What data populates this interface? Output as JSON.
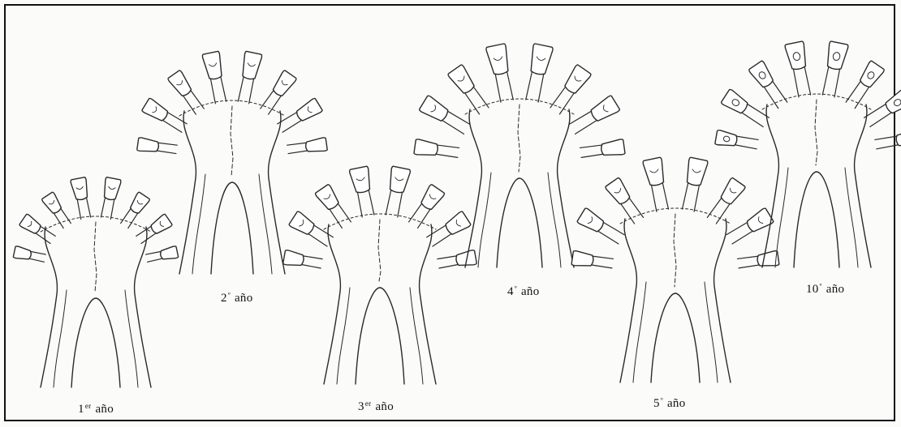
{
  "stages": [
    {
      "id": "y1",
      "num": "1",
      "ord": "er",
      "word": "año"
    },
    {
      "id": "y2",
      "num": "2",
      "ord": "º",
      "word": "año"
    },
    {
      "id": "y3",
      "num": "3",
      "ord": "er",
      "word": "año"
    },
    {
      "id": "y4",
      "num": "4",
      "ord": "º",
      "word": "año"
    },
    {
      "id": "y5",
      "num": "5",
      "ord": "º",
      "word": "año"
    },
    {
      "id": "y10",
      "num": "10",
      "ord": "º",
      "word": "año"
    }
  ],
  "colors": {
    "ink": "#2a2a2a",
    "paper": "#fbfbfa",
    "frame": "#111111"
  }
}
